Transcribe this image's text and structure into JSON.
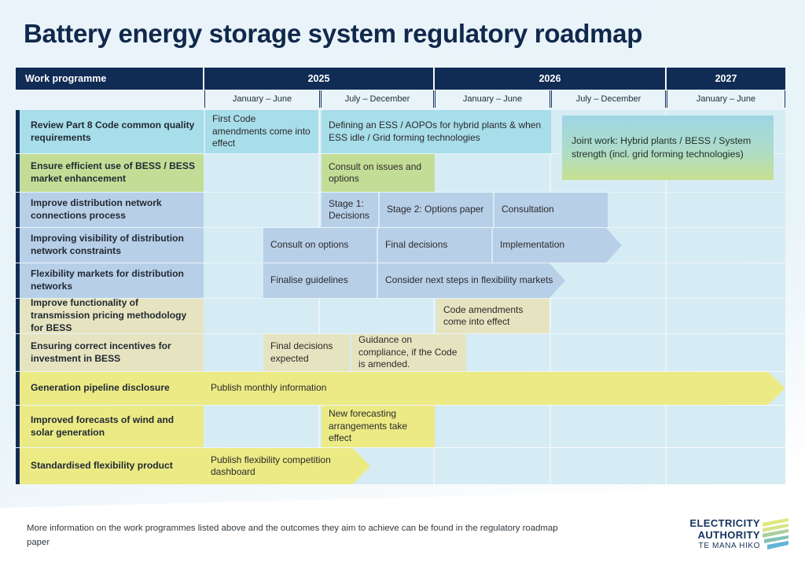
{
  "title": "Battery energy storage system regulatory roadmap",
  "header": {
    "work_programme_label": "Work programme",
    "years": [
      {
        "label": "2025",
        "halves": [
          "January – June",
          "July – December"
        ]
      },
      {
        "label": "2026",
        "halves": [
          "January – June",
          "July – December"
        ]
      },
      {
        "label": "2027",
        "halves": [
          "January – June"
        ]
      }
    ]
  },
  "colors": {
    "navy": "#102b54",
    "page_bg": "#eaf4f9",
    "slot": "#d6ecf4",
    "cyan": "#a8ddea",
    "green": "#c4dd96",
    "blue": "#b8cfe8",
    "khaki": "#e6e4c0",
    "yellow": "#ecea85"
  },
  "rows": [
    {
      "label": "Review Part 8 Code common quality requirements",
      "label_color": "cyan",
      "bars": [
        {
          "text": "First Code amendments come into effect",
          "color": "cyan"
        },
        {
          "text": "Defining an ESS / AOPOs for hybrid plants & when ESS idle / Grid forming technologies",
          "color": "cyan"
        }
      ]
    },
    {
      "label": "Ensure efficient use of BESS / BESS market enhancement",
      "label_color": "green",
      "bars": [
        {
          "text": "Consult on issues and options",
          "color": "green"
        }
      ]
    },
    {
      "label": "Improve distribution network connections process",
      "label_color": "blue",
      "bars": [
        {
          "text": "Stage 1: Decisions",
          "color": "blue"
        },
        {
          "text": "Stage 2: Options paper",
          "color": "blue"
        },
        {
          "text": "Consultation",
          "color": "blue"
        }
      ]
    },
    {
      "label": "Improving visibility of distribution network constraints",
      "label_color": "blue",
      "bars": [
        {
          "text": "Consult on options",
          "color": "blue"
        },
        {
          "text": "Final decisions",
          "color": "blue"
        },
        {
          "text": "Implementation",
          "color": "blue",
          "arrow": true
        }
      ]
    },
    {
      "label": "Flexibility markets for distribution networks",
      "label_color": "blue",
      "bars": [
        {
          "text": "Finalise guidelines",
          "color": "blue"
        },
        {
          "text": "Consider next steps in flexibility markets",
          "color": "blue",
          "arrow": true
        }
      ]
    },
    {
      "label": "Improve functionality of transmission pricing methodology for BESS",
      "label_color": "khaki",
      "bars": [
        {
          "text": "Code amendments come into effect",
          "color": "khaki"
        }
      ]
    },
    {
      "label": "Ensuring correct incentives for investment in BESS",
      "label_color": "khaki",
      "bars": [
        {
          "text": "Final decisions expected",
          "color": "khaki"
        },
        {
          "text": "Guidance on compliance, if the Code is amended.",
          "color": "khaki"
        }
      ]
    },
    {
      "label": "Generation pipeline disclosure",
      "label_color": "yellow",
      "bars": [
        {
          "text": "Publish monthly information",
          "color": "yellow",
          "arrow": true
        }
      ]
    },
    {
      "label": "Improved forecasts of wind and solar generation",
      "label_color": "yellow",
      "bars": [
        {
          "text": "New forecasting arrangements take effect",
          "color": "yellow"
        }
      ]
    },
    {
      "label": "Standardised flexibility product",
      "label_color": "yellow",
      "bars": [
        {
          "text": "Publish flexibility competition dashboard",
          "color": "yellow",
          "arrow": true
        }
      ]
    }
  ],
  "joint_work": {
    "text": "Joint work: Hybrid plants / BESS / System strength (incl. grid forming technologies)"
  },
  "footer": {
    "note": "More information on the work programmes listed above and the outcomes they aim to achieve can be found in the regulatory roadmap paper",
    "logo_line1": "ELECTRICITY",
    "logo_line2": "AUTHORITY",
    "logo_line3": "TE MANA HIKO"
  }
}
